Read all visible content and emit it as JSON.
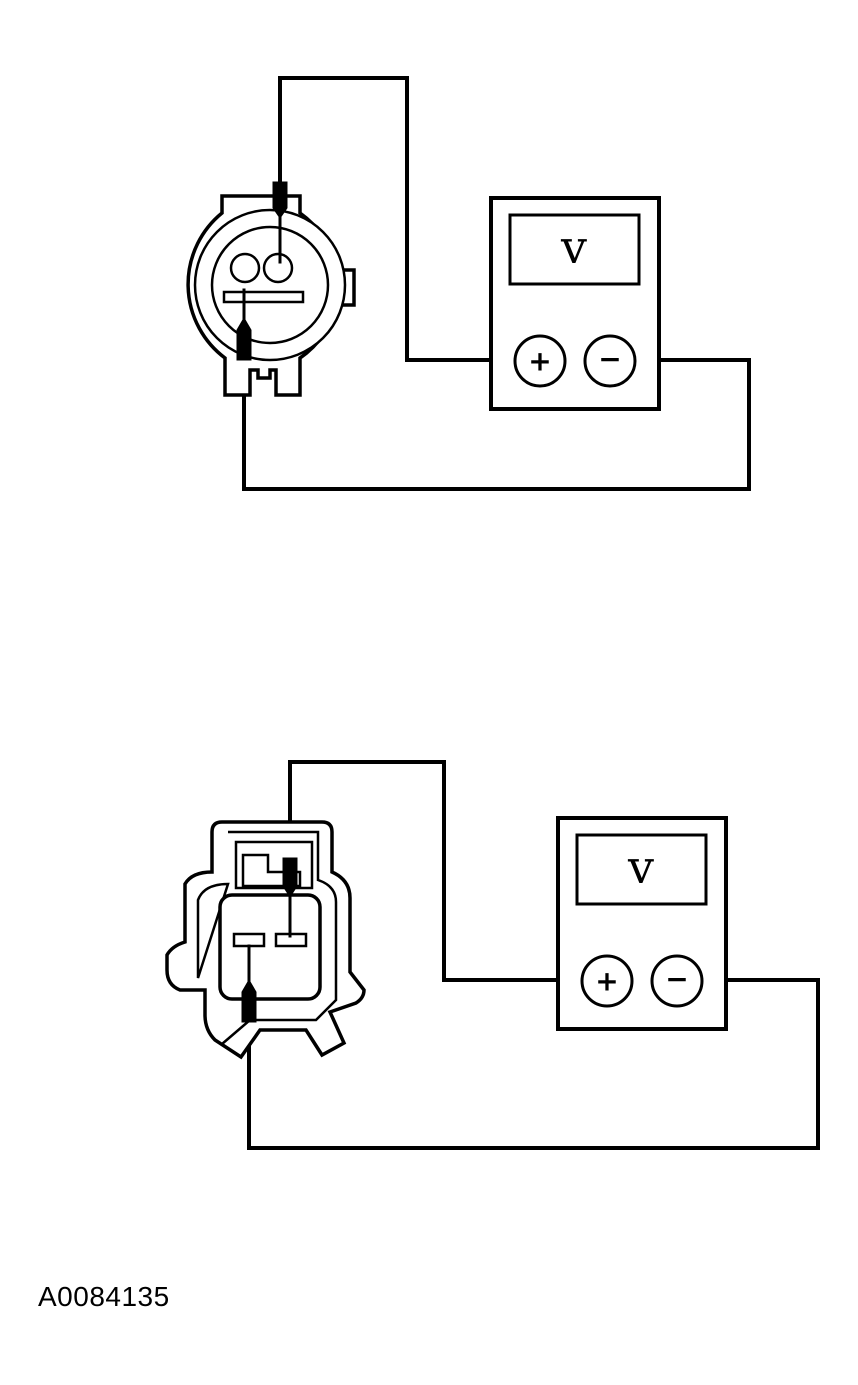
{
  "diagrams": [
    {
      "connector": "round-connector",
      "meter": {
        "display": "v",
        "positive_terminal": "+",
        "negative_terminal": "−"
      }
    },
    {
      "connector": "rectangular-connector",
      "meter": {
        "display": "v",
        "positive_terminal": "+",
        "negative_terminal": "−"
      }
    }
  ],
  "figure_id": "A0084135"
}
